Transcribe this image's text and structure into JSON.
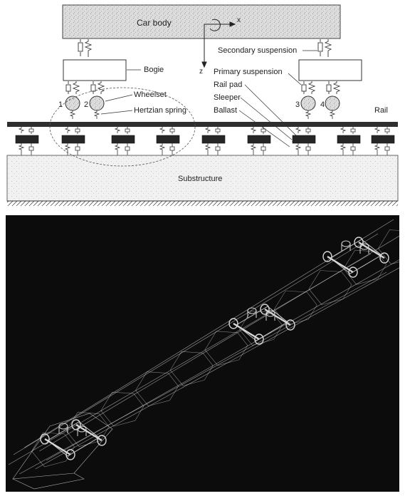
{
  "schematic": {
    "labels": {
      "car_body": "Car body",
      "x_axis": "x",
      "z_axis": "z",
      "secondary_suspension": "Secondary suspension",
      "bogie": "Bogie",
      "primary_suspension": "Primary suspension",
      "wheelset": "Wheelset",
      "hertzian_spring": "Hertzian spring",
      "rail_pad": "Rail pad",
      "sleeper": "Sleeper",
      "ballast": "Ballast",
      "rail": "Rail",
      "substructure": "Substructure"
    },
    "wheel_numbers": [
      "1",
      "2",
      "3",
      "4"
    ]
  },
  "render": {
    "background": "#0c0c0c",
    "line_color": "#d8d8d8"
  }
}
